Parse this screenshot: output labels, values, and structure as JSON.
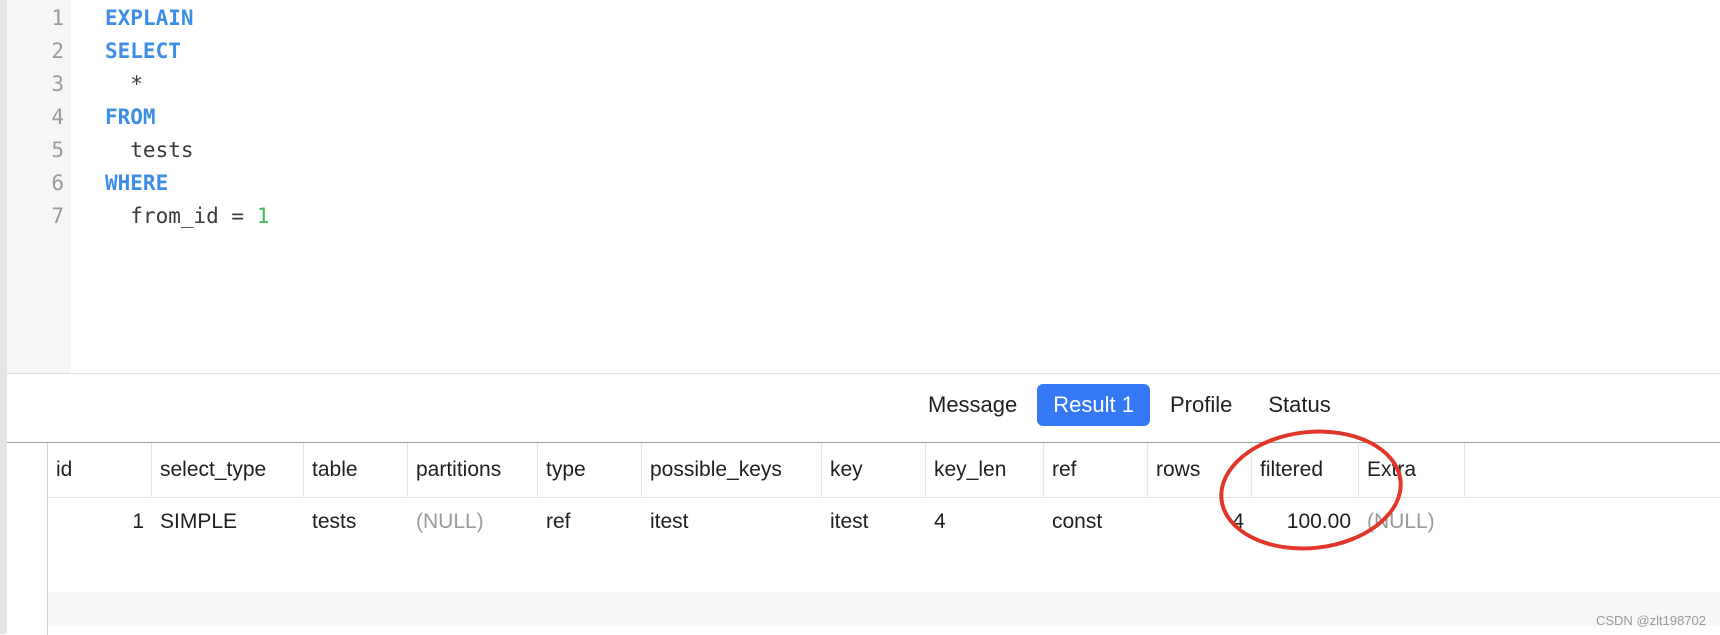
{
  "editor": {
    "line_numbers": [
      "1",
      "2",
      "3",
      "4",
      "5",
      "6",
      "7"
    ],
    "lines": [
      {
        "segments": [
          {
            "text": "EXPLAIN",
            "kind": "kw"
          }
        ]
      },
      {
        "segments": [
          {
            "text": "SELECT",
            "kind": "kw"
          }
        ]
      },
      {
        "segments": [
          {
            "text": "  *",
            "kind": "plain"
          }
        ]
      },
      {
        "segments": [
          {
            "text": "FROM",
            "kind": "kw"
          }
        ]
      },
      {
        "segments": [
          {
            "text": "  tests",
            "kind": "plain"
          }
        ]
      },
      {
        "segments": [
          {
            "text": "WHERE",
            "kind": "kw"
          }
        ]
      },
      {
        "segments": [
          {
            "text": "  from_id = ",
            "kind": "plain"
          },
          {
            "text": "1",
            "kind": "num"
          }
        ]
      }
    ]
  },
  "result_tabs": [
    {
      "label": "Message",
      "active": false
    },
    {
      "label": "Result 1",
      "active": true
    },
    {
      "label": "Profile",
      "active": false
    },
    {
      "label": "Status",
      "active": false
    }
  ],
  "table": {
    "columns": [
      "id",
      "select_type",
      "table",
      "partitions",
      "type",
      "possible_keys",
      "key",
      "key_len",
      "ref",
      "rows",
      "filtered",
      "Extra"
    ],
    "rows": [
      [
        "1",
        "SIMPLE",
        "tests",
        "(NULL)",
        "ref",
        "itest",
        "itest",
        "4",
        "const",
        "4",
        "100.00",
        "(NULL)"
      ]
    ]
  },
  "colors": {
    "keyword": "#3f8ee6",
    "number": "#3fbd5a",
    "active_tab": "#3478f6",
    "annotation": "#e0372a",
    "null_text": "#9a9a9a"
  },
  "watermark": "CSDN @zlt198702"
}
